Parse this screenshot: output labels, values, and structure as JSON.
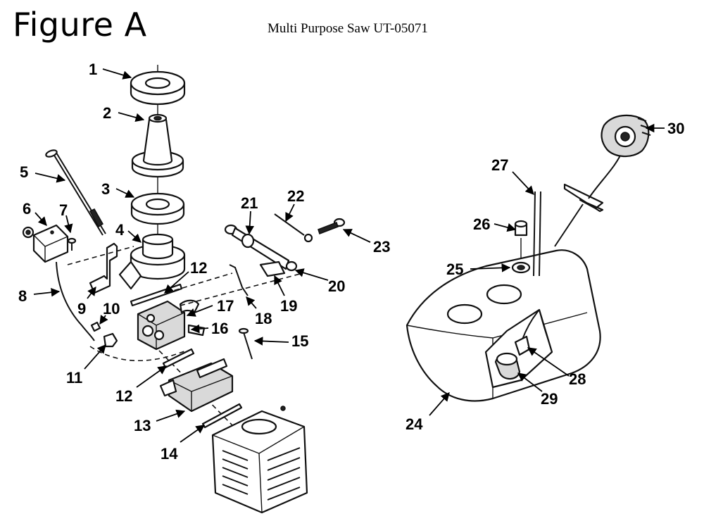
{
  "figure_title": "Figure A",
  "model_title": "Multi Purpose Saw UT-05071",
  "callouts": [
    "1",
    "2",
    "3",
    "4",
    "5",
    "6",
    "7",
    "8",
    "9",
    "10",
    "11",
    "12",
    "12",
    "13",
    "14",
    "15",
    "16",
    "17",
    "18",
    "19",
    "20",
    "21",
    "22",
    "23",
    "24",
    "25",
    "26",
    "27",
    "28",
    "29",
    "30"
  ]
}
